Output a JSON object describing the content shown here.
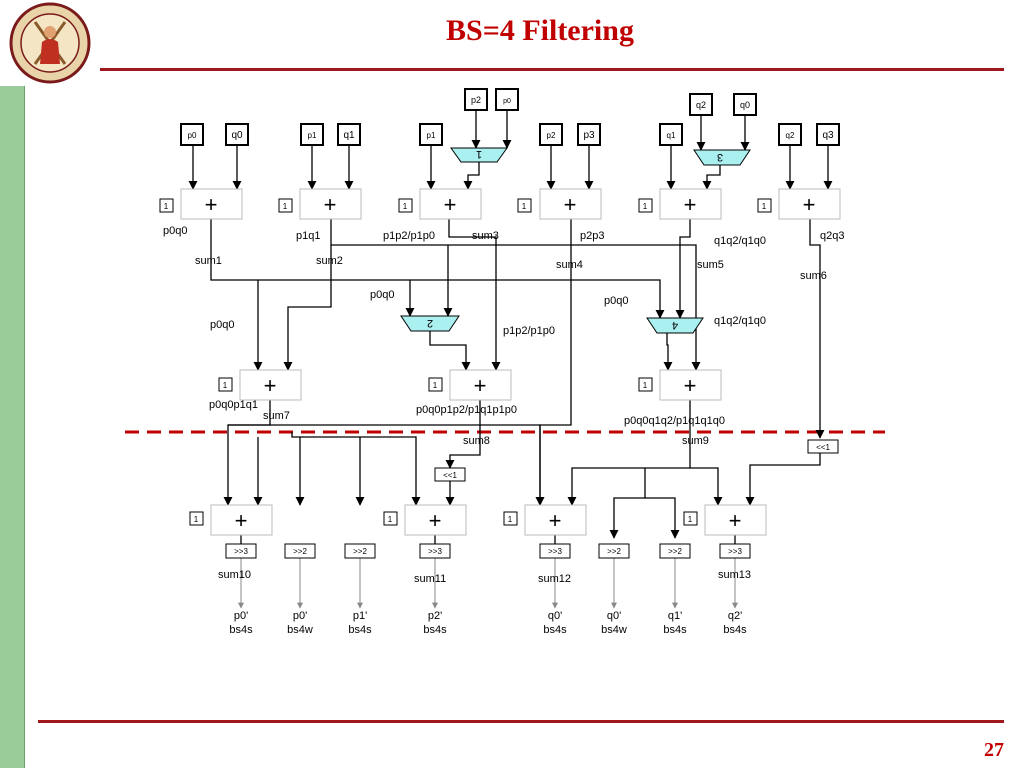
{
  "title": "BS=4 Filtering",
  "page_number": "27",
  "colors": {
    "accent": "#c00000",
    "rule": "#a0181e",
    "side_bar": "#99cc99",
    "mux_fill": "#aaf0f0"
  },
  "input_boxes": [
    "p0",
    "q0",
    "p1",
    "q1",
    "p2",
    "p0",
    "p1",
    "p2",
    "p3",
    "q2",
    "q0",
    "q1",
    "q2",
    "q3"
  ],
  "const_one": "1",
  "plus": "+",
  "mux_labels": [
    "1",
    "3",
    "2",
    "4"
  ],
  "shifts": {
    "shl1": "<<1",
    "shr3": ">>3",
    "shr2": ">>2"
  },
  "wire_labels": [
    "p0q0",
    "p1q1",
    "p1p2/p1p0",
    "sum3",
    "p2p3",
    "q1q2/q1q0",
    "q2q3",
    "sum1",
    "sum2",
    "sum4",
    "sum5",
    "sum6",
    "p0q0",
    "p0q0",
    "p0q0",
    "p1p2/p1p0",
    "q1q2/q1q0",
    "p0q0p1q1",
    "sum7",
    "p0q0p1p2/p1q1p1p0",
    "sum8",
    "p0q0q1q2/p1q1q1q0",
    "sum9",
    "sum10",
    "sum11",
    "sum12",
    "sum13"
  ],
  "outputs": [
    {
      "name": "p0'",
      "mode": "bs4s"
    },
    {
      "name": "p0'",
      "mode": "bs4w"
    },
    {
      "name": "p1'",
      "mode": "bs4s"
    },
    {
      "name": "p2'",
      "mode": "bs4s"
    },
    {
      "name": "q0'",
      "mode": "bs4s"
    },
    {
      "name": "q0'",
      "mode": "bs4w"
    },
    {
      "name": "q1'",
      "mode": "bs4s"
    },
    {
      "name": "q2'",
      "mode": "bs4s"
    }
  ]
}
